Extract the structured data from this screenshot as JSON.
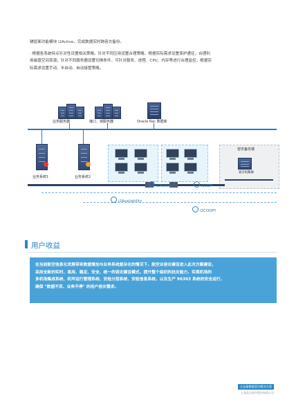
{
  "intro": {
    "line1": "辅层面功能模块 i2Active，完成数据实时跨容灾备份。",
    "bullet_lines": [
      "· 根据各系统特点针对性设置相关策略，针对不同应用设置合理策略，根据实际需求设置保护通径，合理利",
      "用磁盘空间资源；针对不同服务器设置切换条件，可针对服务、进程、CPU、内存等进行合理监控，根据实",
      "际需求设置手动、半自动、自动接管策略。"
    ]
  },
  "diagram": {
    "top_labels": {
      "business_server": "业务服务器",
      "interface_server": "接口、城服务器",
      "oracle_db": "Oracle Rac 数据库"
    },
    "system_labels": {
      "system1": "业务系统1",
      "system2": "业务系统2"
    },
    "dr_room": "容灾备份端",
    "dr_cluster": "容灾机集群",
    "tags": {
      "i2active": "i2Active",
      "i2cdp": "i2CDP",
      "i2availability": "i2Availability",
      "i2coopy": "i2COOPY"
    },
    "colors": {
      "accent": "#2b7fc1",
      "panel_bg": "#4aa3d8"
    }
  },
  "benefit": {
    "heading": "用户收益",
    "paragraph_lines": [
      "在当前航空信息化发展带来数据增加与业务系统复杂化的情况下，航空业容灾建设进入此次方案建设，",
      "采用全新的实时、易用、稳定、安全、统一的容灾建设模式，提升整个组织的抗灾能力，实现机场的",
      "多机场集成系统、机坪运行管理系统、安检分层系统、安检信息系统，以及生产 96363 系统的安全运行，",
      "确保 \"数据不丢、业务不停\" 的用户容灾需求。"
    ]
  },
  "footer": {
    "badge": "企业级数据容灾解决方案",
    "caption": "上海英方软件股份有限公司"
  }
}
